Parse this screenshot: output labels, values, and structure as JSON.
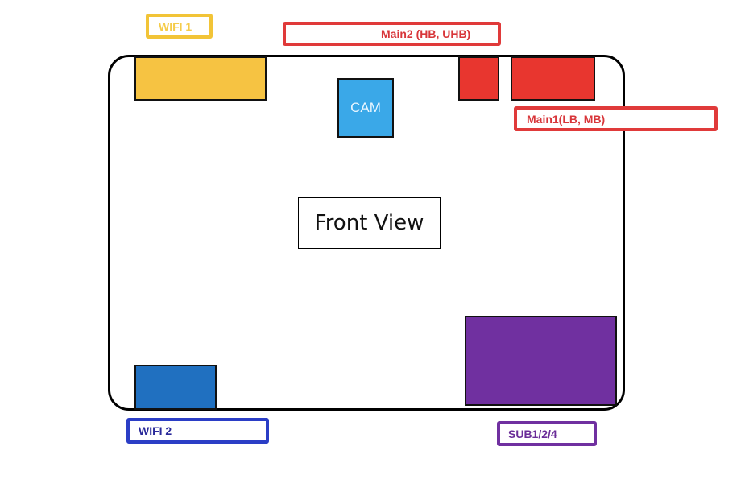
{
  "title": "Front View",
  "colors": {
    "wifi1": "#f6c342",
    "main": "#e8362f",
    "cam": "#3aa8e8",
    "sub": "#7030a0",
    "wifi2_block": "#2070c0",
    "wifi2_label": "#2b3ec6"
  },
  "components": {
    "cam": "CAM"
  },
  "labels": {
    "wifi1": "WIFI 1",
    "main2": "Main2 (HB, UHB)",
    "main1": "Main1(LB, MB)",
    "wifi2": "WIFI 2",
    "sub": "SUB1/2/4"
  }
}
